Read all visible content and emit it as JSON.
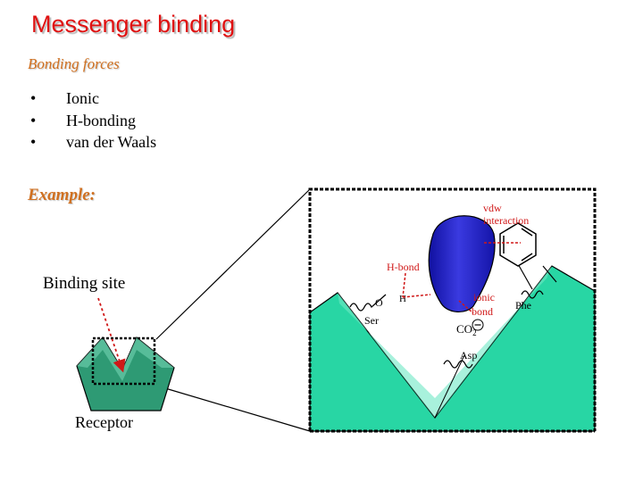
{
  "title": "Messenger binding",
  "subtitle": "Bonding forces",
  "bonding_forces": [
    "Ionic",
    "H-bonding",
    "van der Waals"
  ],
  "example_label": "Example:",
  "binding_site_label": "Binding site",
  "receptor_label": "Receptor",
  "diagram": {
    "vdw_line1": "vdw",
    "vdw_line2": "interaction",
    "hbond_label": "H-bond",
    "ionic_line1": "ionic",
    "ionic_line2": "bond",
    "o_label": "O",
    "h_label": "H",
    "ser_label": "Ser",
    "co2_label": "CO",
    "co2_sub": "2",
    "asp_label": "Asp",
    "phe_label": "Phe"
  },
  "colors": {
    "title": "#e01010",
    "subtitle": "#d07020",
    "receptor_fill": "#28d6a4",
    "messenger_fill": "#2424c0",
    "pointer_red": "#d01818"
  }
}
